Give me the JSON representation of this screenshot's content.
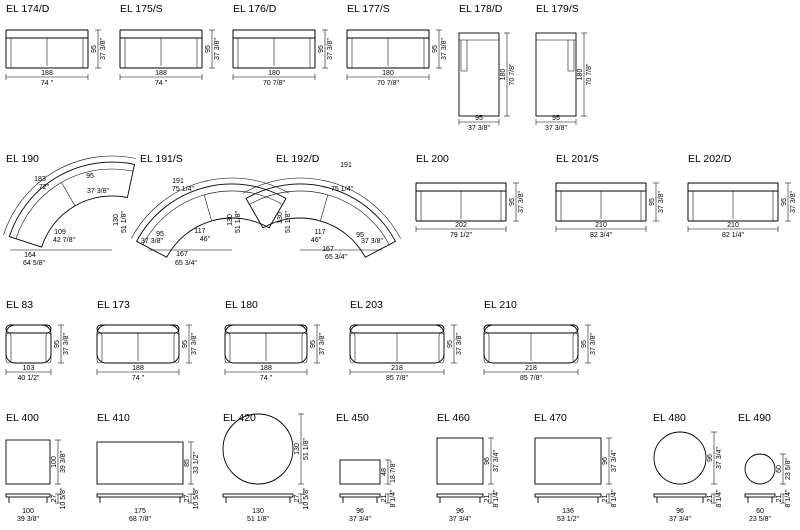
{
  "sofas_row1": [
    {
      "code": "EL 174/D",
      "w": "188",
      "w_in": "74 \"",
      "d": "95",
      "d_in": "37 3/8\""
    },
    {
      "code": "EL 175/S",
      "w": "188",
      "w_in": "74 \"",
      "d": "95",
      "d_in": "37 3/8\""
    },
    {
      "code": "EL 176/D",
      "w": "180",
      "w_in": "70 7/8\"",
      "d": "95",
      "d_in": "37 3/8\""
    },
    {
      "code": "EL 177/S",
      "w": "180",
      "w_in": "70 7/8\"",
      "d": "95",
      "d_in": "37 3/8\""
    }
  ],
  "chaises": [
    {
      "code": "EL 178/D",
      "w": "95",
      "w_in": "37 3/8\"",
      "l": "180",
      "l_in": "70 7/8\""
    },
    {
      "code": "EL 179/S",
      "w": "95",
      "w_in": "37 3/8\"",
      "l": "180",
      "l_in": "70 7/8\""
    }
  ],
  "curved": [
    {
      "code": "EL 190",
      "outer": "183",
      "outer_in": "72\"",
      "inner": "109",
      "inner_in": "42 7/8\"",
      "depth": "95",
      "depth_in": "37 3/8\"",
      "h": "130",
      "h_in": "51 1/8\"",
      "w": "164",
      "w_in": "64 5/8\""
    },
    {
      "code": "EL 191/S",
      "outer": "191",
      "outer_in": "75 1/4\"",
      "inner": "117",
      "inner_in": "46\"",
      "depth": "95",
      "depth_in": "37 3/8\"",
      "h": "130",
      "h_in": "51 1/8\"",
      "w": "167",
      "w_in": "65 3/4\""
    },
    {
      "code": "EL 192/D",
      "outer": "191",
      "outer_in": "75 1/4\"",
      "inner": "117",
      "inner_in": "46\"",
      "depth": "95",
      "depth_in": "37 3/8\"",
      "h": "130",
      "h_in": "51 1/8\"",
      "w": "167",
      "w_in": "65 3/4\""
    }
  ],
  "sofas_row2": [
    {
      "code": "EL 200",
      "w": "202",
      "w_in": "79 1/2\"",
      "d": "95",
      "d_in": "37 3/8\""
    },
    {
      "code": "EL 201/S",
      "w": "210",
      "w_in": "82 3/4\"",
      "d": "95",
      "d_in": "37 3/8\""
    },
    {
      "code": "EL 202/D",
      "w": "210",
      "w_in": "82 1/4\"",
      "d": "95",
      "d_in": "37 3/8\""
    }
  ],
  "sofas_row3": [
    {
      "code": "EL 83",
      "w": "103",
      "w_in": "40 1/2\"",
      "d": "95",
      "d_in": "37 3/8\""
    },
    {
      "code": "EL 173",
      "w": "188",
      "w_in": "74 \"",
      "d": "95",
      "d_in": "37 3/8\""
    },
    {
      "code": "EL 180",
      "w": "188",
      "w_in": "74 \"",
      "d": "95",
      "d_in": "37 3/8\""
    },
    {
      "code": "EL 203",
      "w": "218",
      "w_in": "85 7/8\"",
      "d": "95",
      "d_in": "37 3/8\""
    },
    {
      "code": "EL 210",
      "w": "218",
      "w_in": "85 7/8\"",
      "d": "95",
      "d_in": "37 3/8\""
    }
  ],
  "tables": [
    {
      "code": "EL 400",
      "shape": "square",
      "w": "100",
      "w_in": "39 3/8\"",
      "d": "100",
      "d_in": "39 3/8\"",
      "h": "27",
      "h_in": "10 5/8\""
    },
    {
      "code": "EL 410",
      "shape": "rect",
      "w": "175",
      "w_in": "68 7/8\"",
      "d": "85",
      "d_in": "33 1/2\"",
      "h": "27",
      "h_in": "10 5/8\""
    },
    {
      "code": "EL 420",
      "shape": "round",
      "w": "130",
      "w_in": "51 1/8\"",
      "d": "130",
      "d_in": "51 1/8\"",
      "h": "27",
      "h_in": "10 5/8\""
    },
    {
      "code": "EL 450",
      "shape": "rect",
      "w": "96",
      "w_in": "37 3/4\"",
      "d": "48",
      "d_in": "18 7/8\"",
      "h": "21",
      "h_in": "8 1/4\""
    },
    {
      "code": "EL 460",
      "shape": "square",
      "w": "96",
      "w_in": "37 3/4\"",
      "d": "96",
      "d_in": "37 3/4\"",
      "h": "21",
      "h_in": "8 1/4\""
    },
    {
      "code": "EL 470",
      "shape": "rect",
      "w": "136",
      "w_in": "53 1/2\"",
      "d": "96",
      "d_in": "37 3/4\"",
      "h": "21",
      "h_in": "8 1/4\""
    },
    {
      "code": "EL 480",
      "shape": "round",
      "w": "96",
      "w_in": "37 3/4\"",
      "d": "96",
      "d_in": "37 3/4\"",
      "h": "21",
      "h_in": "8 1/4\""
    },
    {
      "code": "EL 490",
      "shape": "round",
      "w": "60",
      "w_in": "23 5/8\"",
      "d": "60",
      "d_in": "23 5/8\"",
      "h": "21",
      "h_in": "8 1/4\""
    }
  ]
}
